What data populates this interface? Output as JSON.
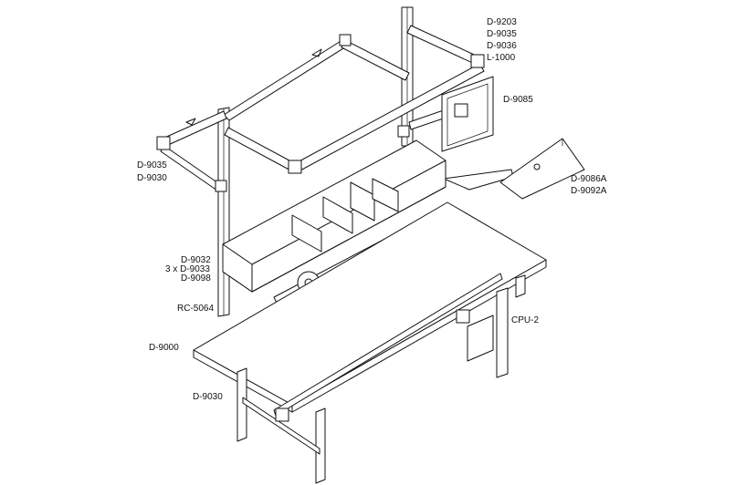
{
  "labels": {
    "top_right_1": "D-9203",
    "top_right_2": "D-9035",
    "top_right_3": "D-9036",
    "top_right_4": "L-1000",
    "monitor_arm": "D-9085",
    "keyboard_1": "D-9086A",
    "keyboard_2": "D-9092A",
    "left_arm_1": "D-9035",
    "left_arm_2": "D-9030",
    "shelf_1": "D-9032",
    "shelf_2": "3 x D-9033",
    "shelf_3": "D-9098",
    "rail": "RC-5064",
    "cpu": "CPU-2",
    "bench": "D-9000",
    "leg_brace": "D-9030"
  }
}
